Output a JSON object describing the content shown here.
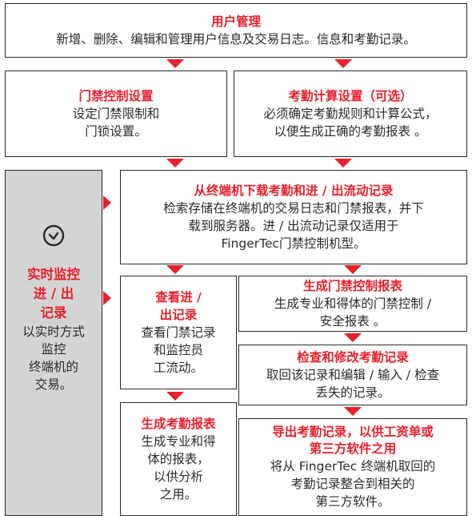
{
  "user_mgmt": {
    "title": "用户管理",
    "body": "新增、删除、编辑和管理用户信息及交易日志。信息和考勤记录。"
  },
  "access_setup": {
    "title": "门禁控制设置",
    "body": "设定门禁限制和\n门锁设置。"
  },
  "attendance_setup": {
    "title": "考勤计算设置（可选）",
    "body": "必须确定考勤规则和计算公式，\n以便生成正确的考勤报表 。"
  },
  "download": {
    "title": "从终端机下载考勤和进 / 出流动记录",
    "body": "检索存储在终端机的交易日志和门禁报表，并下\n载到服务器。进 / 出流动记录仅适用于\nFingerTec门禁控制机型。"
  },
  "realtime": {
    "icon": "clock-icon",
    "title": "实时监控\n进 / 出\n记录",
    "body": "以实时方式\n监控\n终端机的\n交易。"
  },
  "view_records": {
    "title": "查看进 /\n出记录",
    "body": "查看门禁记录\n和监控员\n工流动。"
  },
  "access_report": {
    "title": "生成门禁控制报表",
    "body": "生成专业和得体的门禁控制 /\n安全报表 。"
  },
  "check_records": {
    "title": "检查和修改考勤记录",
    "body": "取回该记录和编辑 / 输入 / 检查\n丢失的记录。"
  },
  "attendance_report": {
    "title": "生成考勤报表",
    "body": "生成专业和得\n体的报表，\n以供分析\n之用。"
  },
  "export": {
    "title": "导出考勤记录，以供工资单或\n第三方软件之用",
    "body": "将从 FingerTec 终端机取回的\n考勤记录整合到相关的\n第三方软件。"
  },
  "colors": {
    "accent": "#e8202a",
    "side_panel": "#d4d4d4",
    "border": "#2b2b2b"
  }
}
